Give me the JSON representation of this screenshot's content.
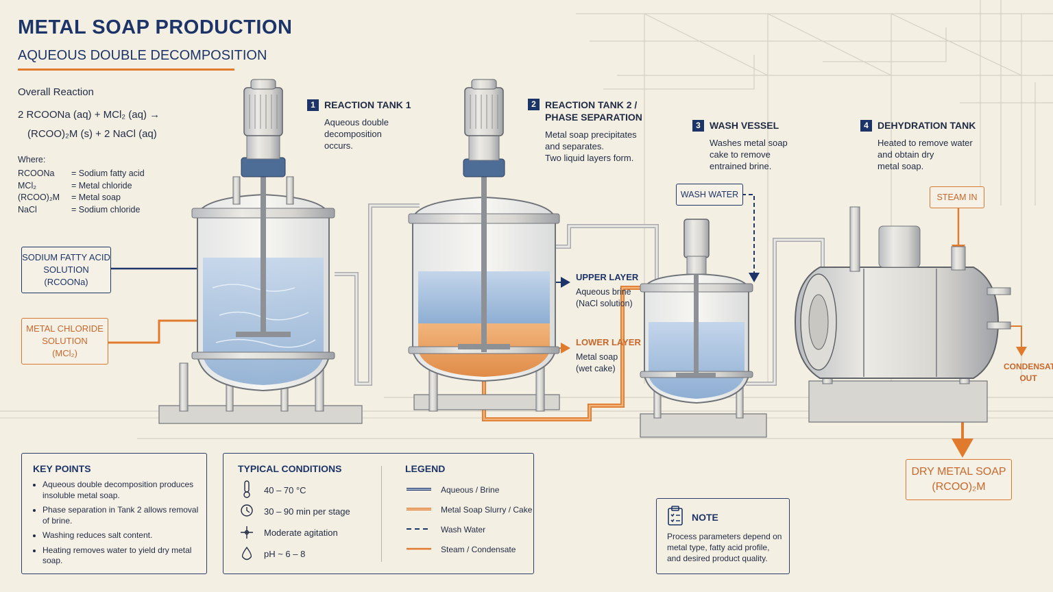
{
  "header": {
    "title": "METAL SOAP PRODUCTION",
    "subtitle": "AQUEOUS DOUBLE DECOMPOSITION"
  },
  "reaction": {
    "heading": "Overall Reaction",
    "line1": "2 RCOONa (aq)  +  MCl₂ (aq)  →",
    "line2": "(RCOO)₂M (s)  +  2 NaCl (aq)",
    "where_label": "Where:",
    "definitions": [
      {
        "symbol": "RCOONa",
        "meaning": "=  Sodium fatty acid"
      },
      {
        "symbol": "MCl₂",
        "meaning": "=  Metal chloride"
      },
      {
        "symbol": "(RCOO)₂M",
        "meaning": "=  Metal soap"
      },
      {
        "symbol": "NaCl",
        "meaning": "=  Sodium chloride"
      }
    ]
  },
  "steps": [
    {
      "num": "1",
      "title": "REACTION TANK 1",
      "desc": "Aqueous double\ndecomposition\noccurs."
    },
    {
      "num": "2",
      "title": "REACTION TANK 2 /\nPHASE SEPARATION",
      "desc": "Metal soap precipitates\nand separates.\nTwo liquid layers form."
    },
    {
      "num": "3",
      "title": "WASH VESSEL",
      "desc": "Washes metal soap\ncake to remove\nentrained brine."
    },
    {
      "num": "4",
      "title": "DEHYDRATION TANK",
      "desc": "Heated to remove water\nand obtain dry\nmetal soap."
    }
  ],
  "inputs": {
    "sodium": "SODIUM FATTY ACID\nSOLUTION\n(RCOONa)",
    "chloride": "METAL CHLORIDE\nSOLUTION\n(MCl₂)",
    "wash_water": "WASH WATER",
    "steam_in": "STEAM IN",
    "condensate": "CONDENSATE\nOUT",
    "product": "DRY METAL SOAP\n(RCOO)₂M"
  },
  "layers": {
    "upper_title": "UPPER LAYER",
    "upper_desc": "Aqueous brine\n(NaCl solution)",
    "lower_title": "LOWER LAYER",
    "lower_desc": "Metal soap\n(wet cake)"
  },
  "key_points": {
    "heading": "KEY POINTS",
    "items": [
      "Aqueous double decomposition produces insoluble metal soap.",
      "Phase separation in Tank 2 allows removal of brine.",
      "Washing reduces salt content.",
      "Heating removes water to yield dry metal soap."
    ]
  },
  "conditions": {
    "heading": "TYPICAL CONDITIONS",
    "items": [
      {
        "icon": "thermometer-icon",
        "text": "40 – 70 °C"
      },
      {
        "icon": "clock-icon",
        "text": "30 – 90 min per stage"
      },
      {
        "icon": "agitator-icon",
        "text": "Moderate agitation"
      },
      {
        "icon": "droplet-icon",
        "text": "pH ~ 6 – 8"
      }
    ]
  },
  "legend": {
    "heading": "LEGEND",
    "items": [
      {
        "label": "Aqueous / Brine",
        "style": "blue-double"
      },
      {
        "label": "Metal Soap Slurry / Cake",
        "style": "orange-double"
      },
      {
        "label": "Wash Water",
        "style": "blue-dashed"
      },
      {
        "label": "Steam / Condensate",
        "style": "orange-thin"
      }
    ]
  },
  "note": {
    "heading": "NOTE",
    "text": "Process parameters depend on\nmetal type, fatty acid profile,\nand desired product quality."
  },
  "colors": {
    "navy": "#1c3468",
    "orange": "#e07a2c",
    "water_blue": "#9fb9d8",
    "soap_orange": "#eba56a",
    "background": "#f4efe3"
  }
}
